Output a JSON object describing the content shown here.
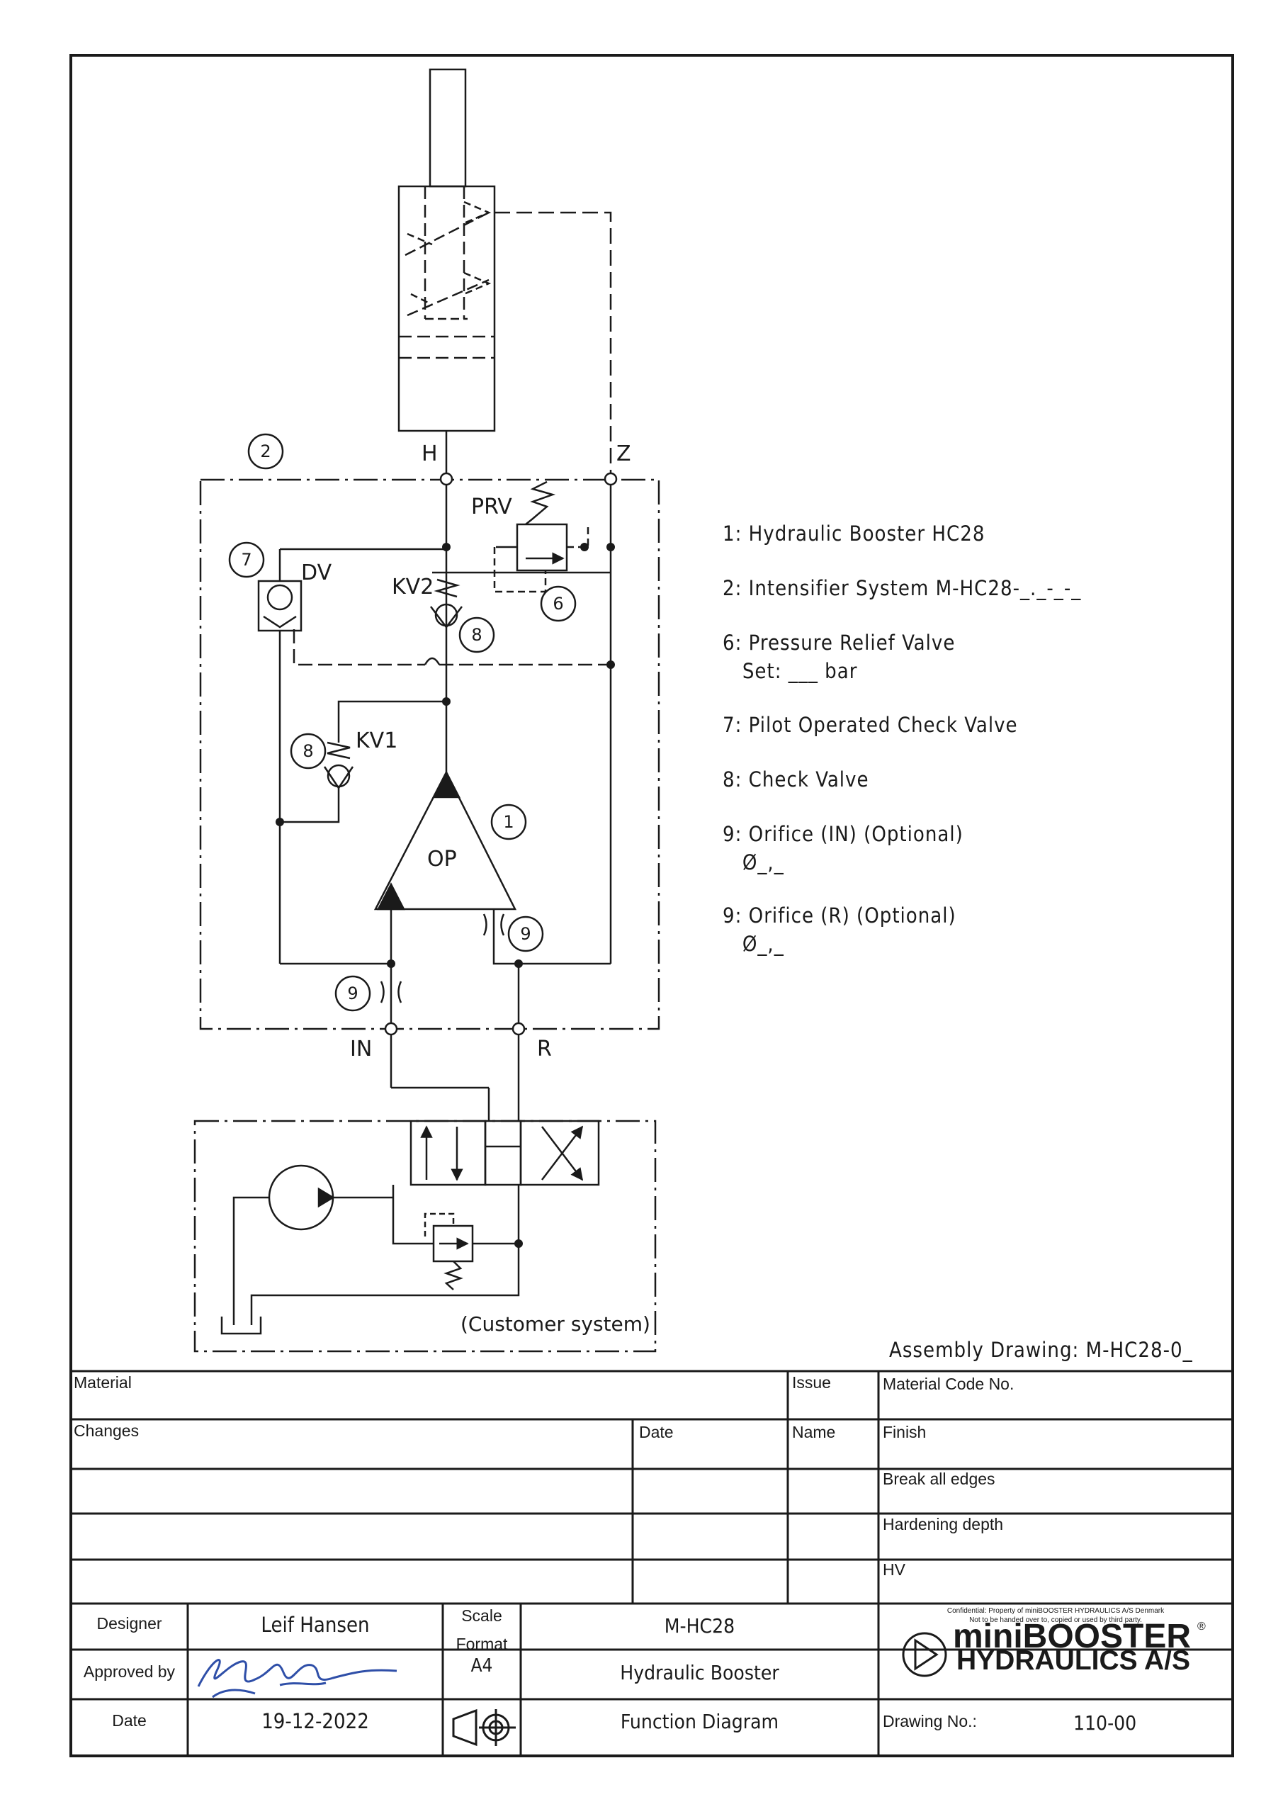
{
  "diagram": {
    "ports": {
      "h": "H",
      "z": "Z",
      "in": "IN",
      "r": "R"
    },
    "components": {
      "prv": "PRV",
      "dv": "DV",
      "kv1": "KV1",
      "kv2": "KV2",
      "op": "OP",
      "customer_system": "(Customer system)"
    },
    "callouts": {
      "c1": "1",
      "c2": "2",
      "c6": "6",
      "c7": "7",
      "c8a": "8",
      "c8b": "8",
      "c9a": "9",
      "c9b": "9"
    }
  },
  "legend": [
    "1: Hydraulic Booster HC28",
    "2: Intensifier System M-HC28-_._-_-_",
    "6: Pressure Relief Valve",
    "   Set: ___ bar",
    "7: Pilot Operated Check Valve",
    "8: Check Valve",
    "9: Orifice (IN) (Optional)",
    "   Ø_,_",
    "9: Orifice (R) (Optional)",
    "   Ø_,_"
  ],
  "assembly_drawing": "Assembly Drawing: M-HC28-0_",
  "title_block": {
    "material_label": "Material",
    "issue_label": "Issue",
    "material_code_label": "Material Code No.",
    "changes_label": "Changes",
    "date_label": "Date",
    "name_label": "Name",
    "finish_label": "Finish",
    "break_edges_label": "Break all edges",
    "hardening_label": "Hardening depth",
    "hv_label": "HV",
    "designer_label": "Designer",
    "designer_value": "Leif Hansen",
    "approved_label": "Approved by",
    "date_row_label": "Date",
    "date_value": "19-12-2022",
    "scale_label": "Scale",
    "format_label": "Format",
    "format_value": "A4",
    "product_code": "M-HC28",
    "product_name": "Hydraulic Booster",
    "drawing_type": "Function Diagram",
    "confidential_line1": "Confidential: Property of miniBOOSTER HYDRAULICS A/S Denmark",
    "confidential_line2": "Not to be handed over to, copied or used by third party.",
    "company_line1": "miniBOOSTER",
    "company_line2": "HYDRAULICS A/S",
    "registered_mark": "®",
    "drawing_no_label": "Drawing No.:",
    "drawing_no_value": "110-00"
  }
}
